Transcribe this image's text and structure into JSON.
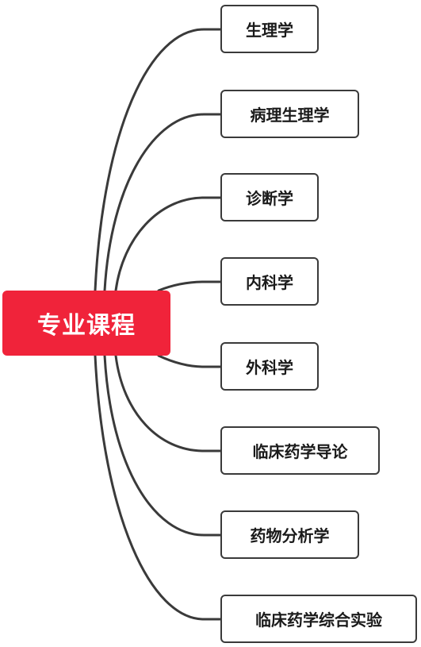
{
  "root": {
    "label": "专业课程"
  },
  "children": [
    {
      "label": "生理学"
    },
    {
      "label": "病理生理学"
    },
    {
      "label": "诊断学"
    },
    {
      "label": "内科学"
    },
    {
      "label": "外科学"
    },
    {
      "label": "临床药学导论"
    },
    {
      "label": "药物分析学"
    },
    {
      "label": "临床药学综合实验"
    }
  ],
  "colors": {
    "root_fill": "#f0233a",
    "root_text": "#ffffff",
    "connector": "#3a3a3a",
    "child_border": "#3a3a3a",
    "child_text": "#1a1a1a"
  }
}
